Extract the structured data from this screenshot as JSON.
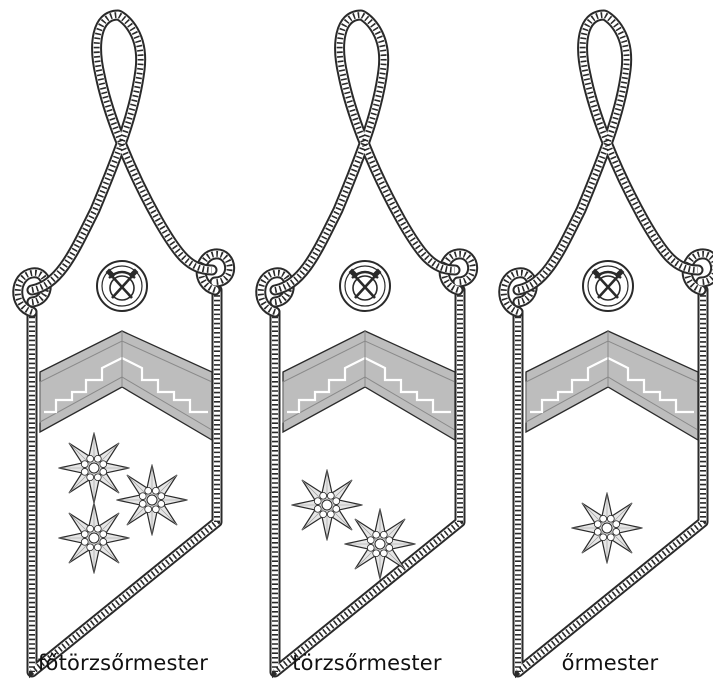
{
  "figure": {
    "insignia": [
      {
        "rank_label": "főtörzsőrmester",
        "star_count": 3
      },
      {
        "rank_label": "törzsőrmester",
        "star_count": 2
      },
      {
        "rank_label": "őrmester",
        "star_count": 1
      }
    ],
    "colors": {
      "outline": "#2a2a2a",
      "chevron_fill": "#bdbdbd",
      "chevron_dark": "#8a8a8a",
      "star_fill": "#e6e6e6",
      "background": "#ffffff"
    },
    "emblem_icon": "crossed-hammer-and-pick-icon",
    "cord_icon": "braided-cord-icon",
    "star_icon": "eight-point-star-icon"
  }
}
